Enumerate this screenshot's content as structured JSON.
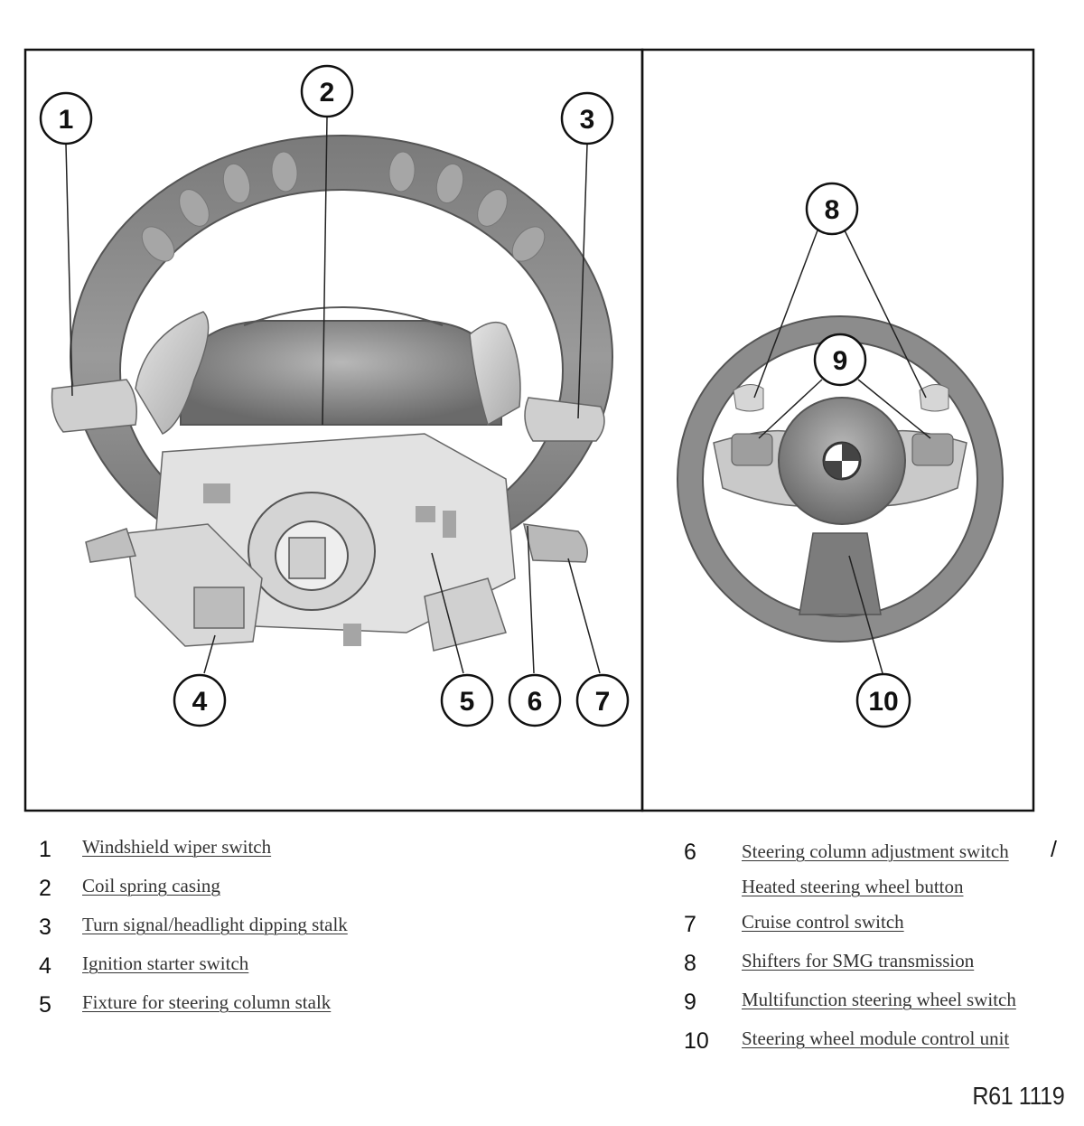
{
  "callouts": {
    "c1": "1",
    "c2": "2",
    "c3": "3",
    "c4": "4",
    "c5": "5",
    "c6": "6",
    "c7": "7",
    "c8": "8",
    "c9": "9",
    "c10": "10"
  },
  "legend": [
    {
      "num": "1",
      "label": "Windshield wiper switch"
    },
    {
      "num": "2",
      "label": "Coil spring casing"
    },
    {
      "num": "3",
      "label": "Turn signal/headlight dipping stalk"
    },
    {
      "num": "4",
      "label": "Ignition starter switch"
    },
    {
      "num": "5",
      "label": "Fixture for steering column stalk"
    },
    {
      "num": "6",
      "label": "Steering column adjustment switch",
      "label2": "Heated steering wheel button",
      "separator": "/"
    },
    {
      "num": "7",
      "label": "Cruise control switch"
    },
    {
      "num": "8",
      "label": "Shifters for SMG transmission"
    },
    {
      "num": "9",
      "label": "Multifunction steering wheel switch"
    },
    {
      "num": "10",
      "label": "Steering wheel module control unit"
    }
  ],
  "figure_id": "R61 1119",
  "colors": {
    "frame": "#111111",
    "wheel": "#8a8a8a",
    "component": "#cfcfcf",
    "link": "#333333"
  }
}
